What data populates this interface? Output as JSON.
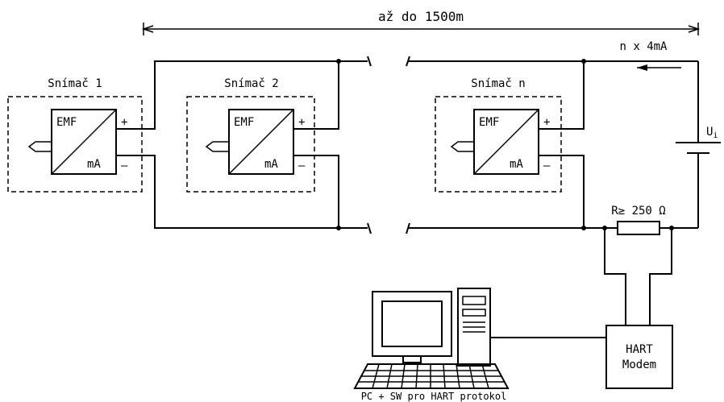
{
  "distance_label": "až do 1500m",
  "current_label": "n x 4mA",
  "voltage_label": "U",
  "voltage_subscript": "i",
  "resistor_label": "R≥ 250 Ω",
  "sensors": [
    {
      "title": "Snímač 1",
      "emf": "EMF",
      "ma": "mA",
      "plus": "+",
      "minus": "–"
    },
    {
      "title": "Snímač 2",
      "emf": "EMF",
      "ma": "mA",
      "plus": "+",
      "minus": "–"
    },
    {
      "title": "Snímač n",
      "emf": "EMF",
      "ma": "mA",
      "plus": "+",
      "minus": "–"
    }
  ],
  "modem_label_line1": "HART",
  "modem_label_line2": "Modem",
  "pc_label": "PC + SW pro HART protokol"
}
